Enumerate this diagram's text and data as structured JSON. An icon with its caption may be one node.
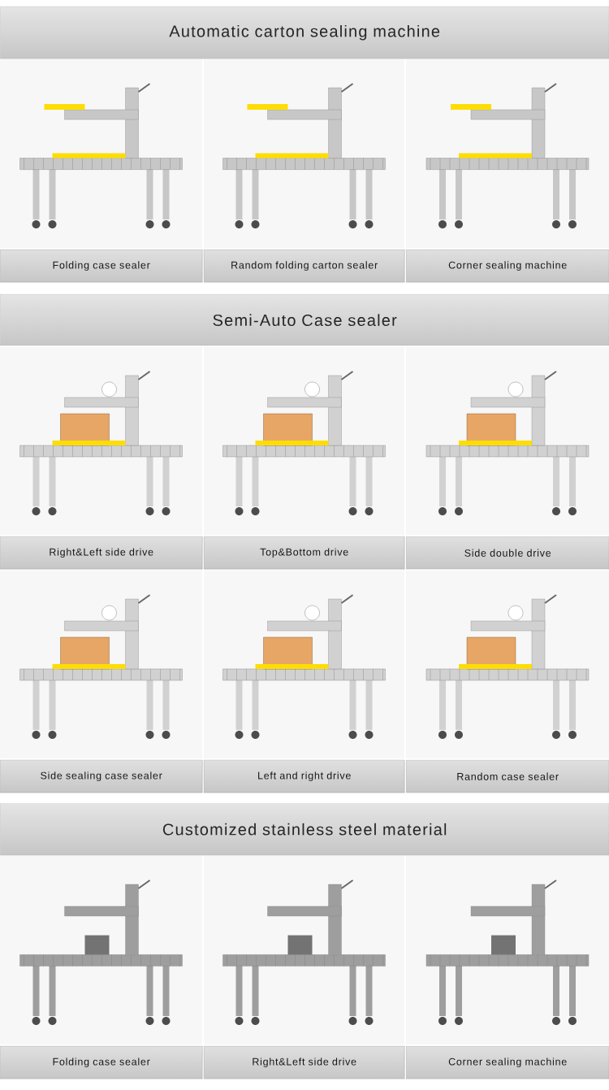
{
  "diagram": {
    "nodes": [
      {
        "text": [
          "Automatic carton sealing machine"
        ]
      },
      {
        "text": [
          "Folding case sealer"
        ]
      },
      {
        "text": [
          "Random folding carton sealer"
        ]
      },
      {
        "text": [
          "Corner sealing machine"
        ]
      },
      {
        "text": [
          "Semi-Auto Case sealer"
        ]
      },
      {
        "text": [
          "Right&Left side drive"
        ]
      },
      {
        "text": [
          "Top&Bottom drive"
        ]
      },
      {
        "text": [
          "Side double drive"
        ]
      },
      {
        "text": [
          "Side sealing case sealer"
        ]
      },
      {
        "text": [
          "Left and right drive"
        ]
      },
      {
        "text": [
          "Random case sealer"
        ]
      },
      {
        "text": [
          "Customized stainless steel material"
        ]
      },
      {
        "text": [
          "Folding case sealer"
        ]
      },
      {
        "text": [
          "Right&Left side drive"
        ]
      },
      {
        "text": [
          "Corner sealing machine"
        ]
      }
    ]
  }
}
